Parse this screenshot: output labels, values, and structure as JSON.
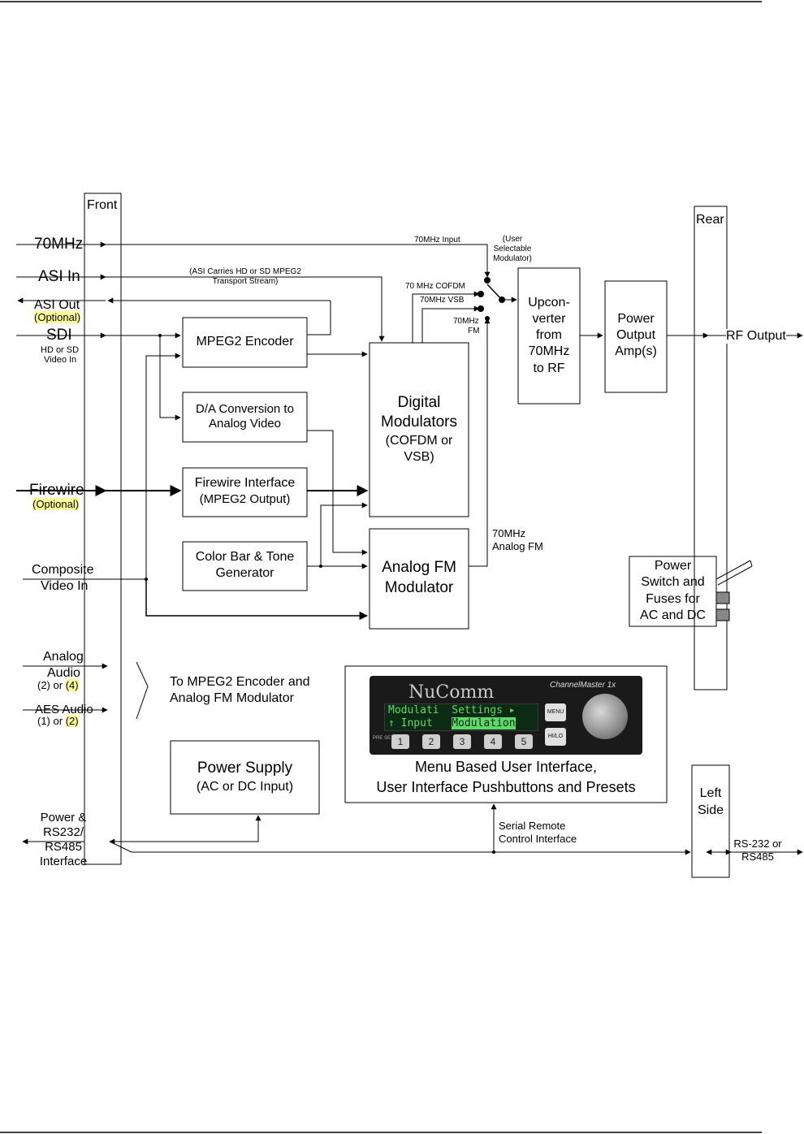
{
  "labels": {
    "front": "Front",
    "rear": "Rear",
    "left_side_1": "Left",
    "left_side_2": "Side",
    "in_70mhz": "70MHz",
    "asi_in": "ASI In",
    "asi_out": "ASI Out",
    "asi_out_optional": "(Optional)",
    "sdi": "SDI",
    "sdi_sub_1": "HD or SD",
    "sdi_sub_2": "Video In",
    "firewire": "Firewire",
    "firewire_optional": "(Optional)",
    "composite_1": "Composite",
    "composite_2": "Video In",
    "analog_audio_1": "Analog",
    "analog_audio_2": "Audio",
    "analog_audio_opt_a": "(2)",
    "analog_audio_or": " or ",
    "analog_audio_opt_b": "(4)",
    "aes_audio": "AES Audio",
    "aes_opt_a": "(1)",
    "aes_or": " or ",
    "aes_opt_b": "(2)",
    "power_rs_1": "Power &",
    "power_rs_2": "RS232/",
    "power_rs_3": "RS485",
    "power_rs_4": "Interface",
    "asi_note_1": "(ASI Carries HD or SD MPEG2",
    "asi_note_2": "Transport Stream)",
    "input_70mhz": "70MHz Input",
    "user_sel_1": "(User",
    "user_sel_2": "Selectable",
    "user_sel_3": "Modulator)",
    "cofdm_70": "70 MHz COFDM",
    "vsb_70": "70MHz VSB",
    "fm_70_1": "70MHz",
    "fm_70_2": "FM",
    "analog_fm_out_1": "70MHz",
    "analog_fm_out_2": "Analog FM",
    "rf_output": "RF Output",
    "to_mpeg_1": "To MPEG2 Encoder and",
    "to_mpeg_2": "Analog FM Modulator",
    "serial_1": "Serial Remote",
    "serial_2": "Control Interface",
    "rs232_1": "RS-232 or",
    "rs232_2": "RS485"
  },
  "blocks": {
    "mpeg2_encoder": "MPEG2 Encoder",
    "da_1": "D/A Conversion to",
    "da_2": "Analog Video",
    "fw_1": "Firewire Interface",
    "fw_2": "(MPEG2 Output)",
    "cb_1": "Color Bar & Tone",
    "cb_2": "Generator",
    "dm_1": "Digital",
    "dm_2": "Modulators",
    "dm_3": "(COFDM or",
    "dm_4": "VSB)",
    "afm_1": "Analog FM",
    "afm_2": "Modulator",
    "up_1": "Upcon-",
    "up_2": "verter",
    "up_3": "from",
    "up_4": "70MHz",
    "up_5": "to RF",
    "pa_1": "Power",
    "pa_2": "Output",
    "pa_3": "Amp(s)",
    "ps_1": "Power Supply",
    "ps_2": "(AC or DC Input)",
    "psw_1": "Power",
    "psw_2": "Switch and",
    "psw_3": "Fuses for",
    "psw_4": "AC and DC",
    "ui_1": "Menu Based User Interface,",
    "ui_2": "User Interface Pushbuttons and Presets"
  },
  "panel": {
    "logo": "NuComm",
    "brand": "ChannelMaster 1x",
    "lcd_line1_a": "Modulati",
    "lcd_line1_b": "Settings",
    "lcd_line2_a": "↑ Input",
    "lcd_line2_b": "Modulation",
    "menu": "MENU",
    "hilo": "HI/LO",
    "presets": "PRE SETS",
    "buttons": [
      "1",
      "2",
      "3",
      "4",
      "5"
    ]
  }
}
